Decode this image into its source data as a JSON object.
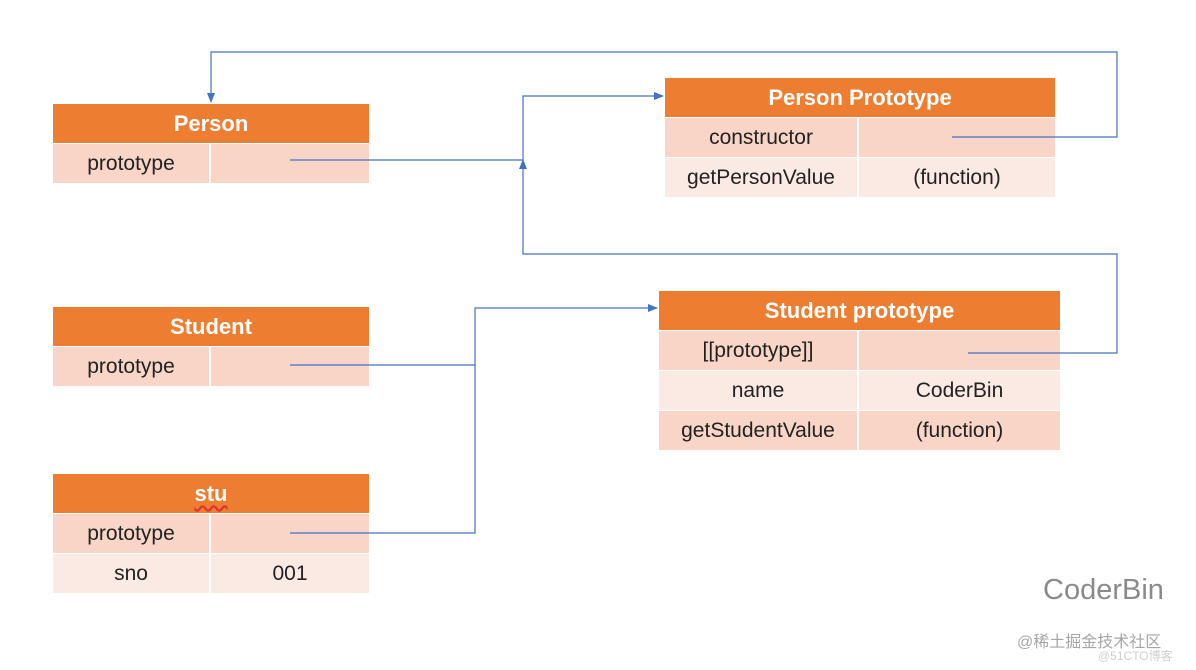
{
  "person": {
    "title": "Person",
    "rows": [
      {
        "key": "prototype",
        "value": ""
      }
    ]
  },
  "student": {
    "title": "Student",
    "rows": [
      {
        "key": "prototype",
        "value": ""
      }
    ]
  },
  "stu": {
    "title": "stu",
    "rows": [
      {
        "key": "prototype",
        "value": ""
      },
      {
        "key": "sno",
        "value": "001"
      }
    ]
  },
  "person_prototype": {
    "title": "Person Prototype",
    "rows": [
      {
        "key": "constructor",
        "value": ""
      },
      {
        "key": "getPersonValue",
        "value": "(function)"
      }
    ]
  },
  "student_prototype": {
    "title": "Student prototype",
    "rows": [
      {
        "key": "[[prototype]]",
        "value": ""
      },
      {
        "key": "name",
        "value": "CoderBin"
      },
      {
        "key": "getStudentValue",
        "value": "(function)"
      }
    ]
  },
  "colors": {
    "header": "#ED7D31",
    "row_dark": "#F8D5C7",
    "row_light": "#FBE9E3",
    "arrow": "#4472C4"
  },
  "brand": "CoderBin",
  "watermark": "@稀土掘金技术社区",
  "watermark_small": "@51CTO博客"
}
